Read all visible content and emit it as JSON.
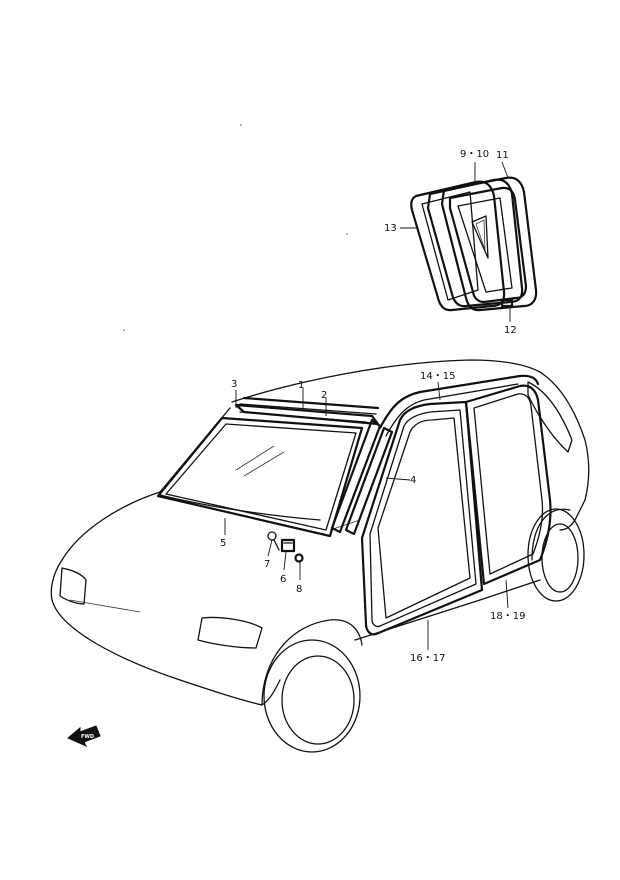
{
  "part_labels": {
    "p1": "1",
    "p2": "2",
    "p3": "3",
    "p4": "4",
    "p5": "5",
    "p6": "6",
    "p7": "7",
    "p8": "8",
    "p9_10": "9・10",
    "p11": "11",
    "p12": "12",
    "p13": "13",
    "p14_15": "14・15",
    "p16_17": "16・17",
    "p18_19": "18・19"
  },
  "front_arrow": {
    "text": "FWD",
    "icon": "front-direction-arrow-icon"
  }
}
